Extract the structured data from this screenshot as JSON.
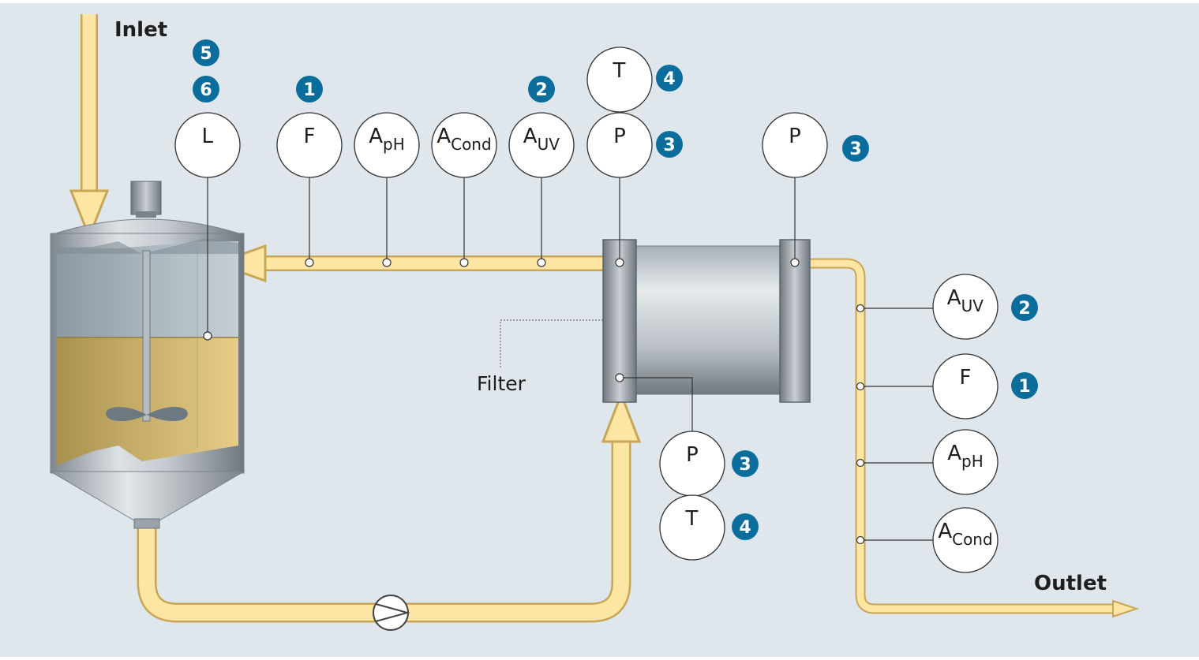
{
  "labels": {
    "inlet": "Inlet",
    "outlet": "Outlet",
    "filter": "Filter"
  },
  "colors": {
    "background": "#dfe6ec",
    "pipe_fill": "#fde5a4",
    "pipe_stroke": "#c8a656",
    "badge": "#0a6d9c",
    "liquid": "#b9a05c",
    "vessel_steel": "#9aa3a9"
  },
  "instruments": [
    {
      "id": "level",
      "symbol": "L",
      "sub": "",
      "badges": [
        "5",
        "6"
      ]
    },
    {
      "id": "flow-top",
      "symbol": "F",
      "sub": "",
      "badges": [
        "1"
      ]
    },
    {
      "id": "ph-top",
      "symbol": "A",
      "sub": "pH",
      "badges": []
    },
    {
      "id": "cond-top",
      "symbol": "A",
      "sub": "Cond",
      "badges": []
    },
    {
      "id": "uv-top",
      "symbol": "A",
      "sub": "UV",
      "badges": [
        "2"
      ]
    },
    {
      "id": "temp-top",
      "symbol": "T",
      "sub": "",
      "badges": [
        "4"
      ]
    },
    {
      "id": "pressure-filter-in",
      "symbol": "P",
      "sub": "",
      "badges": [
        "3"
      ]
    },
    {
      "id": "pressure-filter-out",
      "symbol": "P",
      "sub": "",
      "badges": [
        "3"
      ]
    },
    {
      "id": "pressure-feed",
      "symbol": "P",
      "sub": "",
      "badges": [
        "3"
      ]
    },
    {
      "id": "temp-feed",
      "symbol": "T",
      "sub": "",
      "badges": [
        "4"
      ]
    },
    {
      "id": "uv-outlet",
      "symbol": "A",
      "sub": "UV",
      "badges": [
        "2"
      ]
    },
    {
      "id": "flow-outlet",
      "symbol": "F",
      "sub": "",
      "badges": [
        "1"
      ]
    },
    {
      "id": "ph-outlet",
      "symbol": "A",
      "sub": "pH",
      "badges": []
    },
    {
      "id": "cond-outlet",
      "symbol": "A",
      "sub": "Cond",
      "badges": []
    }
  ]
}
